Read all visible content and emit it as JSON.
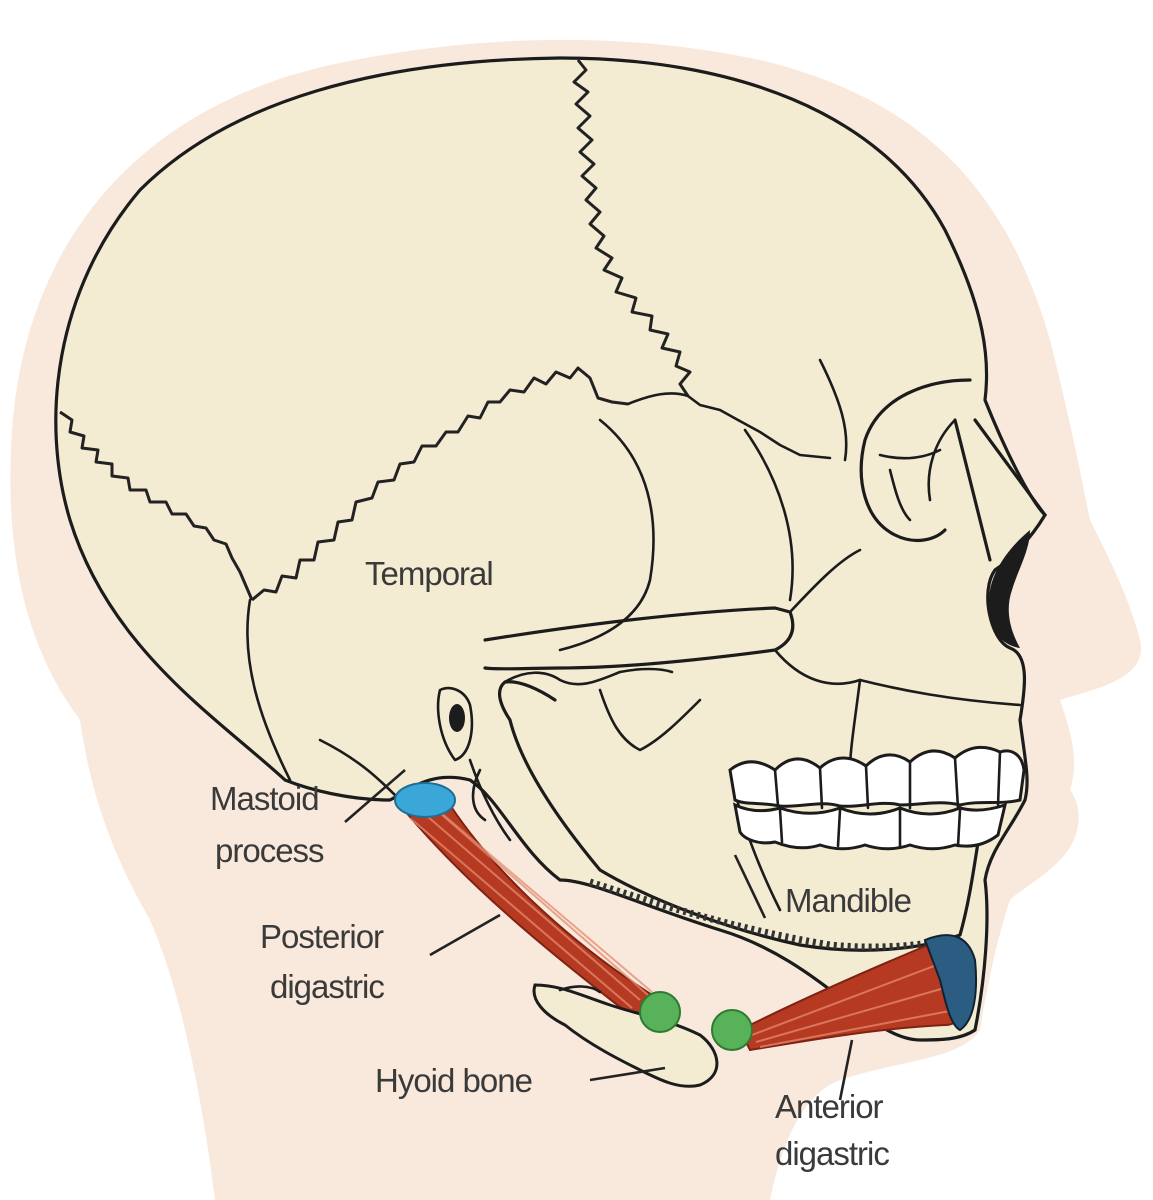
{
  "labels": {
    "temporal": "Temporal",
    "mastoid_line1": "Mastoid",
    "mastoid_line2": "process",
    "posterior_line1": "Posterior",
    "posterior_line2": "digastric",
    "hyoid": "Hyoid bone",
    "mandible": "Mandible",
    "anterior_line1": "Anterior",
    "anterior_line2": "digastric"
  },
  "colors": {
    "skin": "#f8e9dc",
    "bone": "#f3ecd3",
    "muscle": "#b63a22",
    "muscle_dark": "#7e2313",
    "attachment_blue": "#3aa7d8",
    "hyoid_attachment_green": "#58b25a"
  }
}
